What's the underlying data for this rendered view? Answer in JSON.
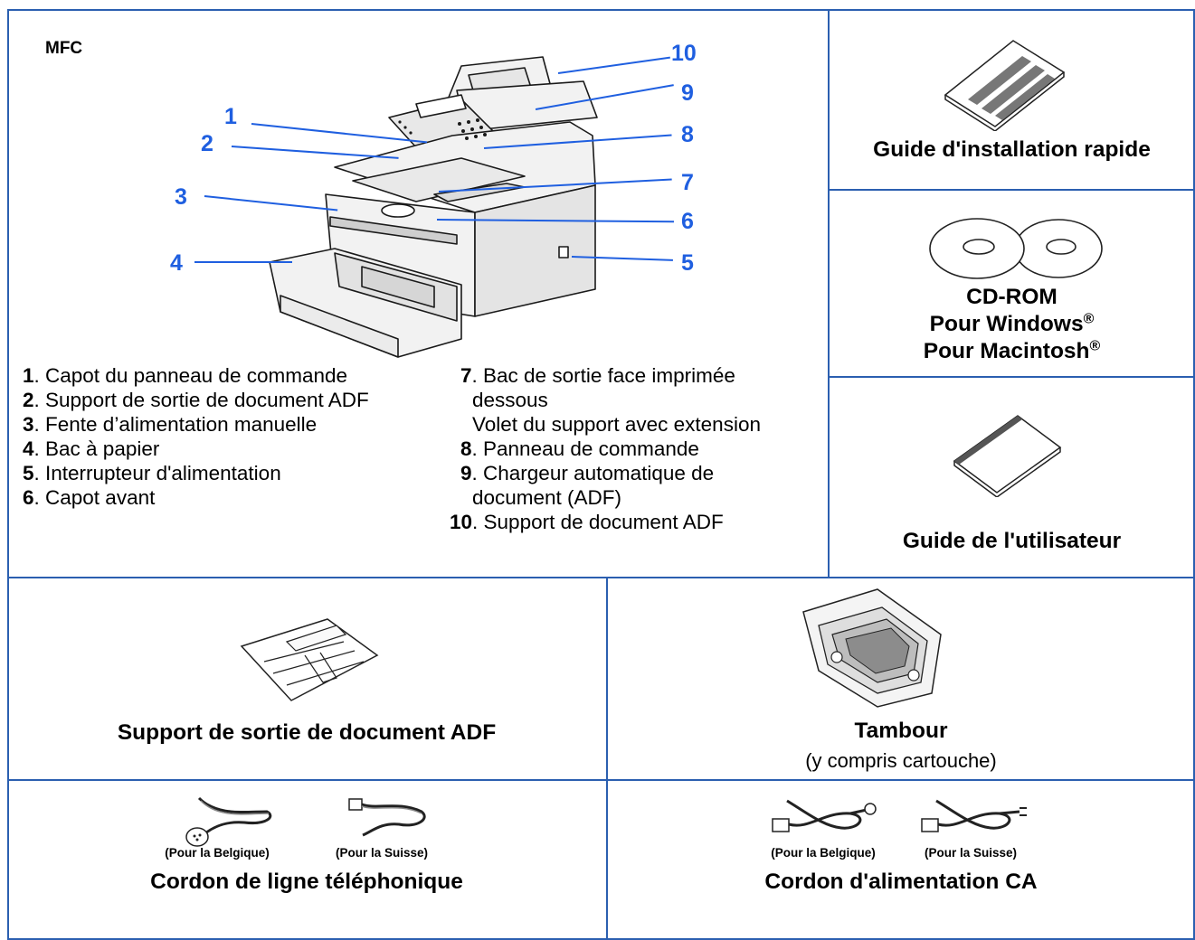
{
  "main_figure": {
    "model_label": "MFC",
    "callouts": [
      "1",
      "2",
      "3",
      "4",
      "5",
      "6",
      "7",
      "8",
      "9",
      "10"
    ],
    "parts_left": [
      {
        "num": "1",
        "text": ". Capot du panneau de commande"
      },
      {
        "num": "2",
        "text": ". Support de sortie de document ADF"
      },
      {
        "num": "3",
        "text": ". Fente d’alimentation manuelle"
      },
      {
        "num": "4",
        "text": ". Bac à papier"
      },
      {
        "num": "5",
        "text": ". Interrupteur d'alimentation"
      },
      {
        "num": "6",
        "text": ". Capot avant"
      }
    ],
    "parts_right": [
      {
        "num": "7",
        "text": ". Bac de sortie face imprimée",
        "cont": [
          "dessous",
          "Volet du support avec extension"
        ]
      },
      {
        "num": "8",
        "text": ". Panneau de commande",
        "cont": []
      },
      {
        "num": "9",
        "text": ". Chargeur automatique de",
        "cont": [
          "document (ADF)"
        ]
      },
      {
        "num": "10",
        "text": ". Support de document ADF",
        "cont": []
      }
    ]
  },
  "side_items": {
    "quick_guide": "Guide d'installation rapide",
    "cdrom_line1": "CD-ROM",
    "cdrom_line2": "Pour Windows",
    "cdrom_line3": "Pour Macintosh",
    "registered": "®",
    "user_guide": "Guide de l'utilisateur"
  },
  "accessories": {
    "adf_support": "Support de sortie de document ADF",
    "drum": "Tambour",
    "drum_note": "(y compris cartouche)",
    "phone_cord": "Cordon de ligne téléphonique",
    "phone_belgium": "(Pour la Belgique)",
    "phone_swiss": "(Pour la Suisse)",
    "power_cord": "Cordon d'alimentation CA",
    "power_belgium": "(Pour la Belgique)",
    "power_swiss": "(Pour la Suisse)"
  },
  "colors": {
    "border": "#2b5fb0",
    "callout": "#1f5fe0"
  }
}
